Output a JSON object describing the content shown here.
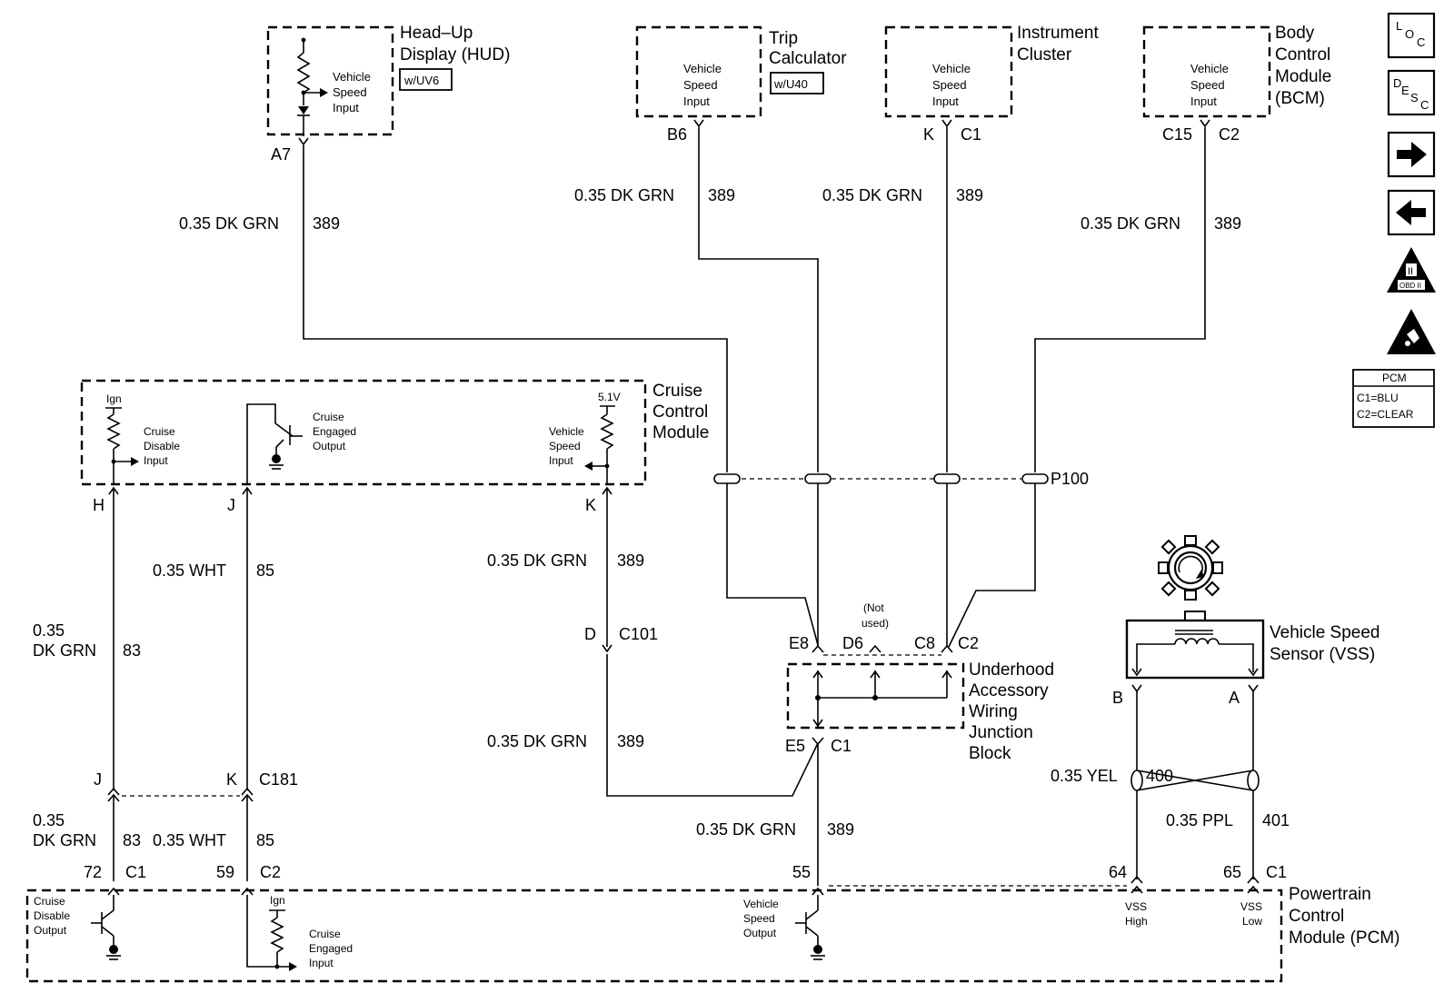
{
  "hud": {
    "title1": "Head–Up",
    "title2": "Display (HUD)",
    "option": "w/UV6",
    "in1": "Vehicle",
    "in2": "Speed",
    "in3": "Input",
    "pin": "A7"
  },
  "trip": {
    "title1": "Trip",
    "title2": "Calculator",
    "option": "w/U40",
    "in1": "Vehicle",
    "in2": "Speed",
    "in3": "Input",
    "pin": "B6"
  },
  "ipc": {
    "title1": "Instrument",
    "title2": "Cluster",
    "in1": "Vehicle",
    "in2": "Speed",
    "in3": "Input",
    "pin": "K",
    "conn": "C1"
  },
  "bcm": {
    "title1": "Body",
    "title2": "Control",
    "title3": "Module",
    "title4": "(BCM)",
    "in1": "Vehicle",
    "in2": "Speed",
    "in3": "Input",
    "pin": "C15",
    "conn": "C2"
  },
  "wires": {
    "hud": {
      "gauge": "0.35 DK GRN",
      "circuit": "389"
    },
    "trip": {
      "gauge": "0.35 DK GRN",
      "circuit": "389"
    },
    "ipc": {
      "gauge": "0.35 DK GRN",
      "circuit": "389"
    },
    "bcm": {
      "gauge": "0.35 DK GRN",
      "circuit": "389"
    },
    "ccm_k": {
      "gauge": "0.35 DK GRN",
      "circuit": "389"
    },
    "c101_low": {
      "gauge": "0.35 DK GRN",
      "circuit": "389"
    },
    "pcm55": {
      "gauge": "0.35 DK GRN",
      "circuit": "389"
    },
    "j_upper": {
      "gauge": "0.35 WHT",
      "circuit": "85"
    },
    "h_upper": {
      "gauge1": "0.35",
      "gauge2": "DK GRN",
      "circuit": "83"
    },
    "h_lower": {
      "gauge1": "0.35",
      "gauge2": "DK GRN",
      "circuit": "83"
    },
    "j_lower": {
      "gauge": "0.35 WHT",
      "circuit": "85"
    },
    "vss_b": {
      "gauge": "0.35 YEL",
      "circuit": "400"
    },
    "vss_a": {
      "gauge": "0.35 PPL",
      "circuit": "401"
    }
  },
  "ccm": {
    "title1": "Cruise",
    "title2": "Control",
    "title3": "Module",
    "ign": "Ign",
    "v51": "5.1V",
    "disable1": "Cruise",
    "disable2": "Disable",
    "disable3": "Input",
    "engaged1": "Cruise",
    "engaged2": "Engaged",
    "engaged3": "Output",
    "vss1": "Vehicle",
    "vss2": "Speed",
    "vss3": "Input",
    "pin_h": "H",
    "pin_j": "J",
    "pin_k": "K"
  },
  "splice": {
    "name": "P100"
  },
  "c101": {
    "pin": "D",
    "name": "C101"
  },
  "c181": {
    "pin_j": "J",
    "pin_k": "K",
    "name": "C181"
  },
  "junction": {
    "e8": "E8",
    "d6": "D6",
    "c8": "C8",
    "c2": "C2",
    "e5": "E5",
    "c1": "C1",
    "notused1": "(Not",
    "notused2": "used)",
    "title1": "Underhood",
    "title2": "Accessory",
    "title3": "Wiring",
    "title4": "Junction",
    "title5": "Block"
  },
  "vss": {
    "title1": "Vehicle Speed",
    "title2": "Sensor (VSS)",
    "pin_b": "B",
    "pin_a": "A"
  },
  "pcm": {
    "title1": "Powertrain",
    "title2": "Control",
    "title3": "Module (PCM)",
    "p72": "72",
    "c1a": "C1",
    "p59": "59",
    "c2": "C2",
    "p55": "55",
    "p64": "64",
    "p65": "65",
    "c1b": "C1",
    "ign": "Ign",
    "cdo1": "Cruise",
    "cdo2": "Disable",
    "cdo3": "Output",
    "cei1": "Cruise",
    "cei2": "Engaged",
    "cei3": "Input",
    "vso1": "Vehicle",
    "vso2": "Speed",
    "vso3": "Output",
    "vssh1": "VSS",
    "vssh2": "High",
    "vssl1": "VSS",
    "vssl2": "Low"
  },
  "sidebar": {
    "loc_l": "L",
    "loc_o": "O",
    "loc_c": "C",
    "desc_d": "D",
    "desc_e": "E",
    "desc_s": "S",
    "desc_c": "C",
    "obd": "OBD II",
    "obd_numeral": "II",
    "pcm_title": "PCM",
    "pcm_c1": "C1=BLU",
    "pcm_c2": "C2=CLEAR"
  }
}
